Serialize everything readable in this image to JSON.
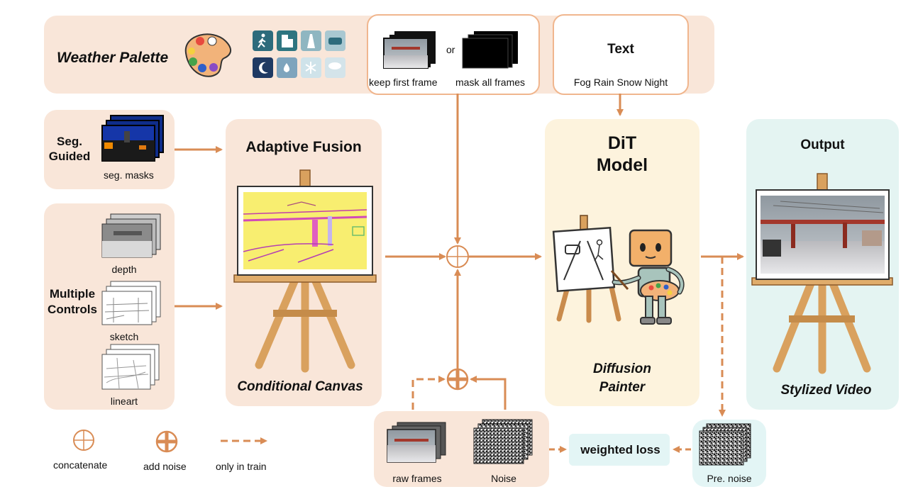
{
  "weather_palette": {
    "title": "Weather Palette",
    "icons": [
      "pedestrian-icon",
      "building-icon",
      "road-icon",
      "car-icon",
      "night-icon",
      "rain-icon",
      "snow-icon",
      "cloud-icon"
    ]
  },
  "frame_options": {
    "keep_label": "keep first frame",
    "or_label": "or",
    "mask_label": "mask all frames"
  },
  "text_box": {
    "title": "Text",
    "subtitle": "Fog Rain Snow Night"
  },
  "seg_guided": {
    "title_line1": "Seg.",
    "title_line2": "Guided",
    "caption": "seg. masks"
  },
  "multiple_controls": {
    "title_line1": "Multiple",
    "title_line2": "Controls",
    "items": [
      "depth",
      "sketch",
      "lineart"
    ]
  },
  "adaptive_fusion": {
    "title": "Adaptive Fusion",
    "caption": "Conditional Canvas"
  },
  "dit": {
    "title_line1": "DiT",
    "title_line2": "Model",
    "caption_line1": "Diffusion",
    "caption_line2": "Painter"
  },
  "output": {
    "title": "Output",
    "caption": "Stylized Video"
  },
  "noise_inputs": {
    "raw_label": "raw frames",
    "noise_label": "Noise"
  },
  "loss": {
    "label": "weighted loss"
  },
  "pre_noise": {
    "label": "Pre. noise"
  },
  "legend": {
    "concat": "concatenate",
    "add_noise": "add noise",
    "train_only": "only in train"
  },
  "colors": {
    "arrow": "#d98c55",
    "peach": "#f9e6d9",
    "cream": "#fdf3dd",
    "mint": "#e4f4f2",
    "wood": "#d9a15e"
  }
}
